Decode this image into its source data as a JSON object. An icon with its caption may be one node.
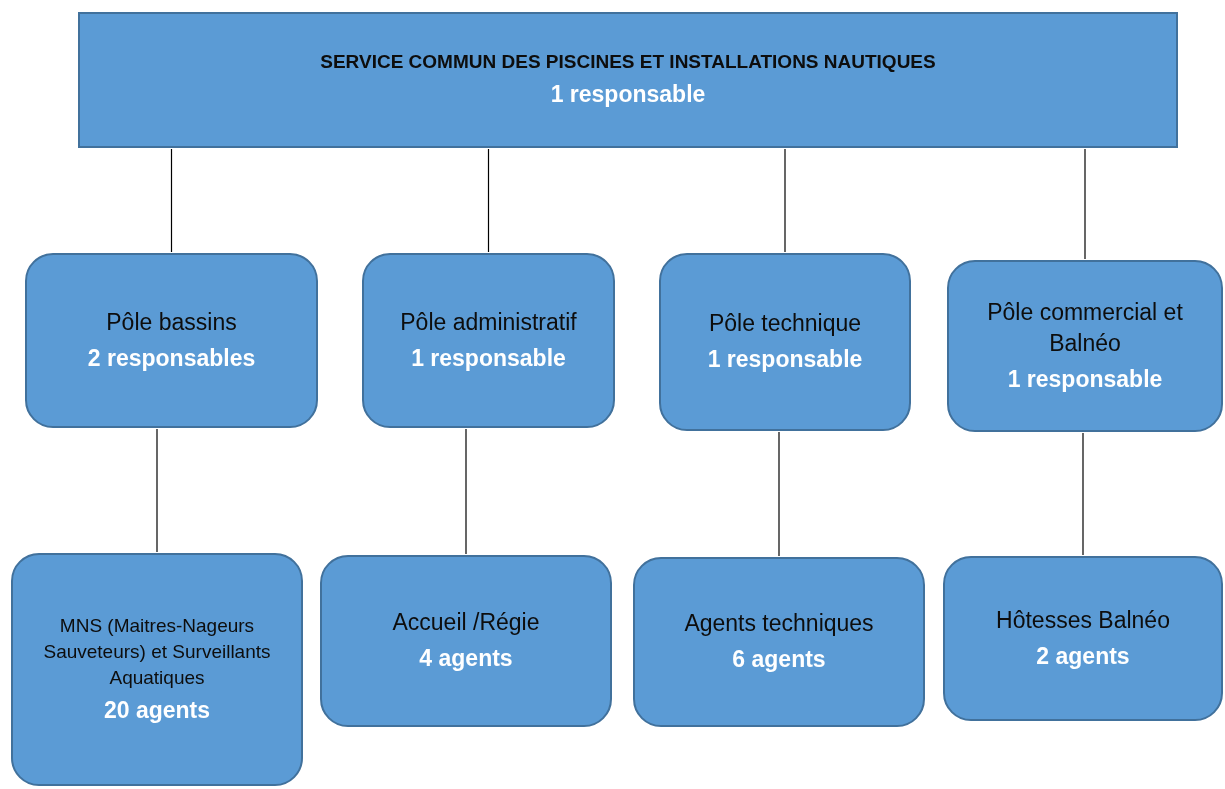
{
  "diagram": {
    "nodes": [
      {
        "text": [
          "SERVICE COMMUN DES PISCINES ET INSTALLATIONS NAUTIQUES",
          "1 responsable"
        ]
      },
      {
        "text": [
          "Pôle bassins",
          "2 responsables"
        ]
      },
      {
        "text": [
          "Pôle administratif",
          "1 responsable"
        ]
      },
      {
        "text": [
          "Pôle technique",
          "1 responsable"
        ]
      },
      {
        "text": [
          "Pôle commercial et Balnéo",
          "1 responsable"
        ]
      },
      {
        "text": [
          "MNS (Maitres-Nageurs Sauveteurs) et Surveillants Aquatiques",
          "20 agents"
        ]
      },
      {
        "text": [
          "Accueil /Régie",
          "4 agents"
        ]
      },
      {
        "text": [
          "Agents techniques",
          "6 agents"
        ]
      },
      {
        "text": [
          "Hôtesses Balnéo",
          "2 agents"
        ]
      }
    ],
    "edges": [
      {
        "from": 0,
        "to": 1,
        "arrow": "none"
      },
      {
        "from": 0,
        "to": 2,
        "arrow": "none"
      },
      {
        "from": 0,
        "to": 3,
        "arrow": "none"
      },
      {
        "from": 0,
        "to": 4,
        "arrow": "none"
      },
      {
        "from": 1,
        "to": 5,
        "arrow": "none"
      },
      {
        "from": 2,
        "to": 6,
        "arrow": "none"
      },
      {
        "from": 3,
        "to": 7,
        "arrow": "none"
      },
      {
        "from": 4,
        "to": 8,
        "arrow": "none"
      }
    ]
  }
}
